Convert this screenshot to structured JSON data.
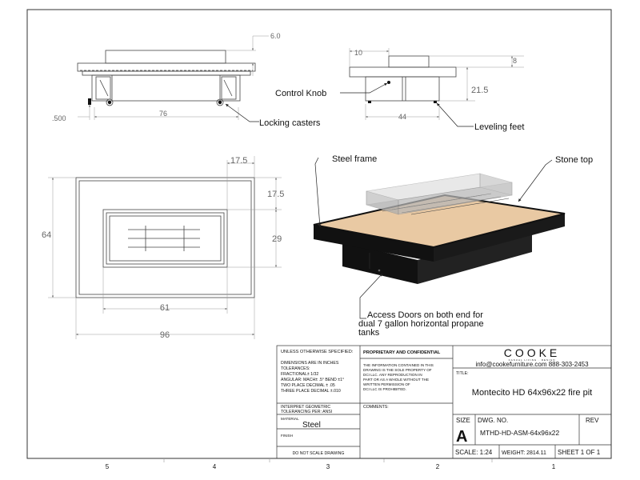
{
  "zones": {
    "columns": [
      "5",
      "4",
      "3",
      "2",
      "1"
    ]
  },
  "dimensions": {
    "side_top_offset": "6.0",
    "side_caster": ".500",
    "side_width": "76",
    "front_burner_offset": "10",
    "front_top_height": "8",
    "front_height": "21.5",
    "front_base_width": "44",
    "plan_right_offset": "17.5",
    "plan_top_offset": "17.5",
    "plan_height": "64",
    "plan_burner_height": "29",
    "plan_burner_width": "61",
    "plan_width": "96"
  },
  "callouts": {
    "control_knob": "Control Knob",
    "locking_casters": "Locking casters",
    "leveling_feet": "Leveling feet",
    "steel_frame": "Steel frame",
    "stone_top": "Stone top",
    "access_doors_1": "Access Doors on both end for",
    "access_doors_2": "dual 7 gallon horizontal propane",
    "access_doors_3": "tanks"
  },
  "title_block": {
    "unless_specified": "UNLESS OTHERWISE SPECIFIED:",
    "dims_in_inches": "DIMENSIONS ARE IN INCHES",
    "tolerances": "TOLERANCES:",
    "fractional": "FRACTIONAL± 1/32",
    "angular": "ANGULAR: MACH± .5° BEND ±1°",
    "two_place": "TWO PLACE DECIMAL    ± .05",
    "three_place": "THREE PLACE DECIMAL  ±.010",
    "interpret_1": "INTERPRET GEOMETRIC",
    "interpret_2": "TOLERANCING PER: ANSI",
    "material_label": "MATERIAL",
    "material_value": "Steel",
    "finish_label": "FINISH",
    "do_not_scale": "DO NOT SCALE DRAWING",
    "proprietary_title": "PROPRIETARY AND CONFIDENTIAL",
    "prop_1": "THE INFORMATION CONTAINED IN THIS",
    "prop_2": "DRAWING IS THE SOLE PROPERTY OF",
    "prop_3": "DCI LLC. ANY REPRODUCTION IN",
    "prop_4": "PART OR AS A WHOLE WITHOUT THE",
    "prop_5": "WRITTEN PERMISSION OF",
    "prop_6": "DCI LLC IS PROHIBITED.",
    "comments_label": "COMMENTS:",
    "company_logo": "COOKE",
    "company_sub": "CASUAL LIVING · DESIGN",
    "contact": "info@cookefurniture.com 888-303-2453",
    "title_label": "TITLE:",
    "title_value": "Montecito HD 64x96x22 fire pit",
    "size_label": "SIZE",
    "size_value": "A",
    "dwg_label": "DWG.  NO.",
    "dwg_value": "MTHD-HD-ASM-64x96x22",
    "rev_label": "REV",
    "scale": "SCALE: 1:24",
    "weight": "WEIGHT: 2814.11",
    "sheet": "SHEET 1 OF 1"
  },
  "colors": {
    "stone": "#e9c9a3",
    "frame": "#111111",
    "glass": "#c9c9c9",
    "line": "#333333",
    "dimension": "#888888"
  }
}
